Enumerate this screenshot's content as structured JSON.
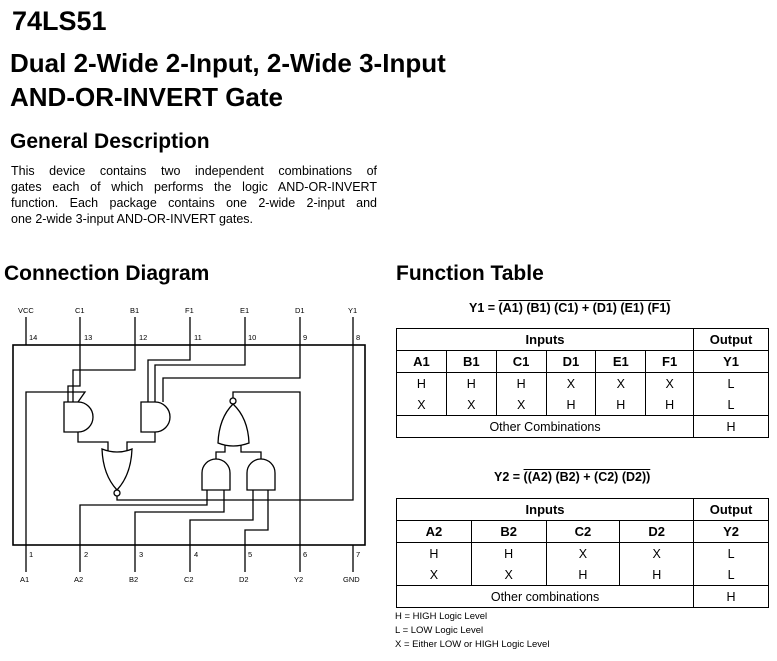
{
  "header": {
    "part_number": "74LS51",
    "title_line1": "Dual 2-Wide 2-Input, 2-Wide 3-Input",
    "title_line2": "AND-OR-INVERT Gate"
  },
  "general": {
    "heading": "General Description",
    "lines": [
      "This device contains two independent combinations of",
      "gates each of which performs the logic AND-OR-INVERT",
      "function. Each package contains one 2-wide 2-input and",
      "one 2-wide 3-input AND-OR-INVERT gates."
    ]
  },
  "connection": {
    "heading": "Connection Diagram",
    "top_pins": [
      {
        "name": "VCC",
        "num": "14"
      },
      {
        "name": "C1",
        "num": "13"
      },
      {
        "name": "B1",
        "num": "12"
      },
      {
        "name": "F1",
        "num": "11"
      },
      {
        "name": "E1",
        "num": "10"
      },
      {
        "name": "D1",
        "num": "9"
      },
      {
        "name": "Y1",
        "num": "8"
      }
    ],
    "bottom_pins": [
      {
        "name": "A1",
        "num": "1"
      },
      {
        "name": "A2",
        "num": "2"
      },
      {
        "name": "B2",
        "num": "3"
      },
      {
        "name": "C2",
        "num": "4"
      },
      {
        "name": "D2",
        "num": "5"
      },
      {
        "name": "Y2",
        "num": "6"
      },
      {
        "name": "GND",
        "num": "7"
      }
    ]
  },
  "function_table": {
    "heading": "Function Table",
    "eq1": {
      "lhs": "Y1 =",
      "rhs": "(A1) (B1) (C1) + (D1) (E1) (F1)"
    },
    "eq2": {
      "lhs": "Y2 =",
      "rhs": "((A2) (B2) + (C2) (D2))"
    },
    "table1": {
      "inputs_label": "Inputs",
      "output_label": "Output",
      "columns": [
        "A1",
        "B1",
        "C1",
        "D1",
        "E1",
        "F1"
      ],
      "output_col": "Y1",
      "rows": [
        [
          "H",
          "H",
          "H",
          "X",
          "X",
          "X",
          "L"
        ],
        [
          "X",
          "X",
          "X",
          "H",
          "H",
          "H",
          "L"
        ]
      ],
      "other_label": "Other Combinations",
      "other_value": "H"
    },
    "table2": {
      "inputs_label": "Inputs",
      "output_label": "Output",
      "columns": [
        "A2",
        "B2",
        "C2",
        "D2"
      ],
      "output_col": "Y2",
      "rows": [
        [
          "H",
          "H",
          "X",
          "X",
          "L"
        ],
        [
          "X",
          "X",
          "H",
          "H",
          "L"
        ]
      ],
      "other_label": "Other combinations",
      "other_value": "H"
    },
    "legend": [
      "H = HIGH Logic Level",
      "L = LOW Logic Level",
      "X = Either LOW or HIGH Logic Level"
    ]
  }
}
